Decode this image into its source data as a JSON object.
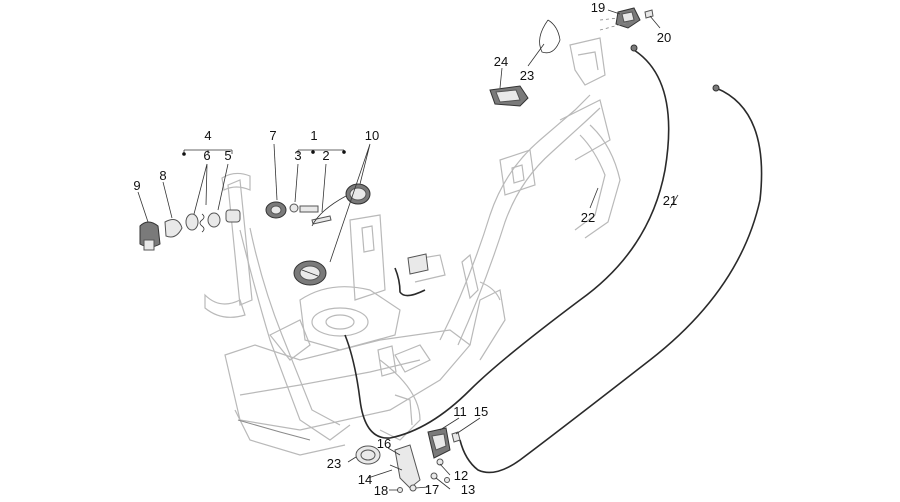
{
  "diagram": {
    "callouts": [
      {
        "id": "c1",
        "text": "1"
      },
      {
        "id": "c2",
        "text": "2"
      },
      {
        "id": "c3",
        "text": "3"
      },
      {
        "id": "c4",
        "text": "4"
      },
      {
        "id": "c5",
        "text": "5"
      },
      {
        "id": "c6",
        "text": "6"
      },
      {
        "id": "c7",
        "text": "7"
      },
      {
        "id": "c8",
        "text": "8"
      },
      {
        "id": "c9",
        "text": "9"
      },
      {
        "id": "c10",
        "text": "10"
      },
      {
        "id": "c11",
        "text": "11"
      },
      {
        "id": "c12",
        "text": "12"
      },
      {
        "id": "c13",
        "text": "13"
      },
      {
        "id": "c14",
        "text": "14"
      },
      {
        "id": "c15",
        "text": "15"
      },
      {
        "id": "c16",
        "text": "16"
      },
      {
        "id": "c17",
        "text": "17"
      },
      {
        "id": "c18",
        "text": "18"
      },
      {
        "id": "c19",
        "text": "19"
      },
      {
        "id": "c20",
        "text": "20"
      },
      {
        "id": "c21",
        "text": "21"
      },
      {
        "id": "c22",
        "text": "22"
      },
      {
        "id": "c23a",
        "text": "23"
      },
      {
        "id": "c23b",
        "text": "23"
      },
      {
        "id": "c24",
        "text": "24"
      }
    ]
  }
}
